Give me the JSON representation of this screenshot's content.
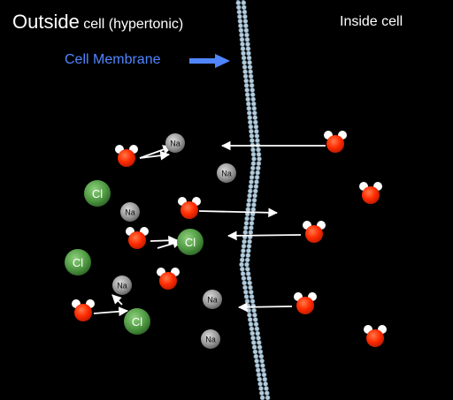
{
  "labels": {
    "outside_main": "Outside",
    "outside_rest": "cell (hypertonic)",
    "inside": "Inside  cell",
    "membrane": "Cell Membrane"
  },
  "ions": {
    "sodium": "Na",
    "chloride": "Cl"
  },
  "colors": {
    "background": "#000000",
    "membrane_label": "#4f86ff",
    "membrane_bead": "#b4ccdc",
    "oxygen": "#ff2a00",
    "hydrogen": "#ffffff",
    "sodium": "#9a9a9a",
    "chloride": "#4f9a42",
    "arrow": "#ffffff"
  }
}
